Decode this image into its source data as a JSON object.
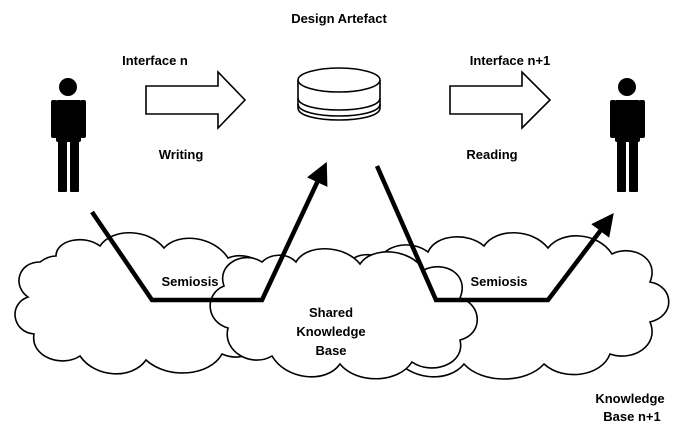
{
  "diagram": {
    "title": "Design Artefact",
    "labels": {
      "interface_left": "Interface n",
      "interface_right": "Interface n+1",
      "writing": "Writing",
      "reading": "Reading",
      "semiosis_left": "Semiosis",
      "semiosis_right": "Semiosis",
      "shared_kb_line1": "Shared",
      "shared_kb_line2": "Knowledge",
      "shared_kb_line3": "Base",
      "kb_n1_line1": "Knowledge",
      "kb_n1_line2": "Base n+1"
    },
    "icons": {
      "left_person": "person-icon",
      "right_person": "person-icon",
      "artefact": "disk-cylinder-icon",
      "arrow_left": "hollow-right-arrow-icon",
      "arrow_right": "hollow-right-arrow-icon"
    },
    "colors": {
      "stroke": "#000000",
      "fill": "#ffffff",
      "person": "#000000"
    }
  }
}
